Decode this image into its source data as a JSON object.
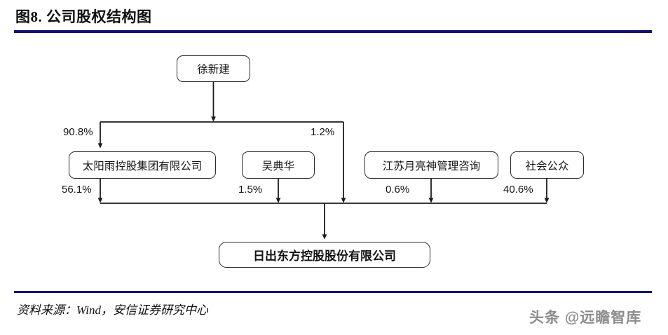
{
  "header": {
    "figure_title": "图8. 公司股权结构图",
    "rule_color": "#13136b"
  },
  "footer": {
    "source_note": "资料来源：Wind，安信证券研究中心",
    "watermark": "头条 @远瞻智库"
  },
  "diagram": {
    "type": "org-chart",
    "nodes": {
      "root": {
        "label": "徐新建"
      },
      "holding": {
        "label": "太阳雨控股集团有限公司"
      },
      "wudianhua": {
        "label": "吴典华"
      },
      "jsyls": {
        "label": "江苏月亮神管理咨询"
      },
      "public": {
        "label": "社会公众"
      },
      "target": {
        "label": "日出东方控股股份有限公司"
      }
    },
    "edges": [
      {
        "from": "root",
        "to": "holding",
        "label": "90.8%"
      },
      {
        "from": "root",
        "to": "target",
        "label": "1.2%"
      },
      {
        "from": "holding",
        "to": "target",
        "label": "56.1%"
      },
      {
        "from": "wudianhua",
        "to": "target",
        "label": "1.5%"
      },
      {
        "from": "jsyls",
        "to": "target",
        "label": "0.6%"
      },
      {
        "from": "public",
        "to": "target",
        "label": "40.6%"
      }
    ],
    "line_color": "#1c1c1c",
    "box_border_color": "#2b2b2b"
  }
}
